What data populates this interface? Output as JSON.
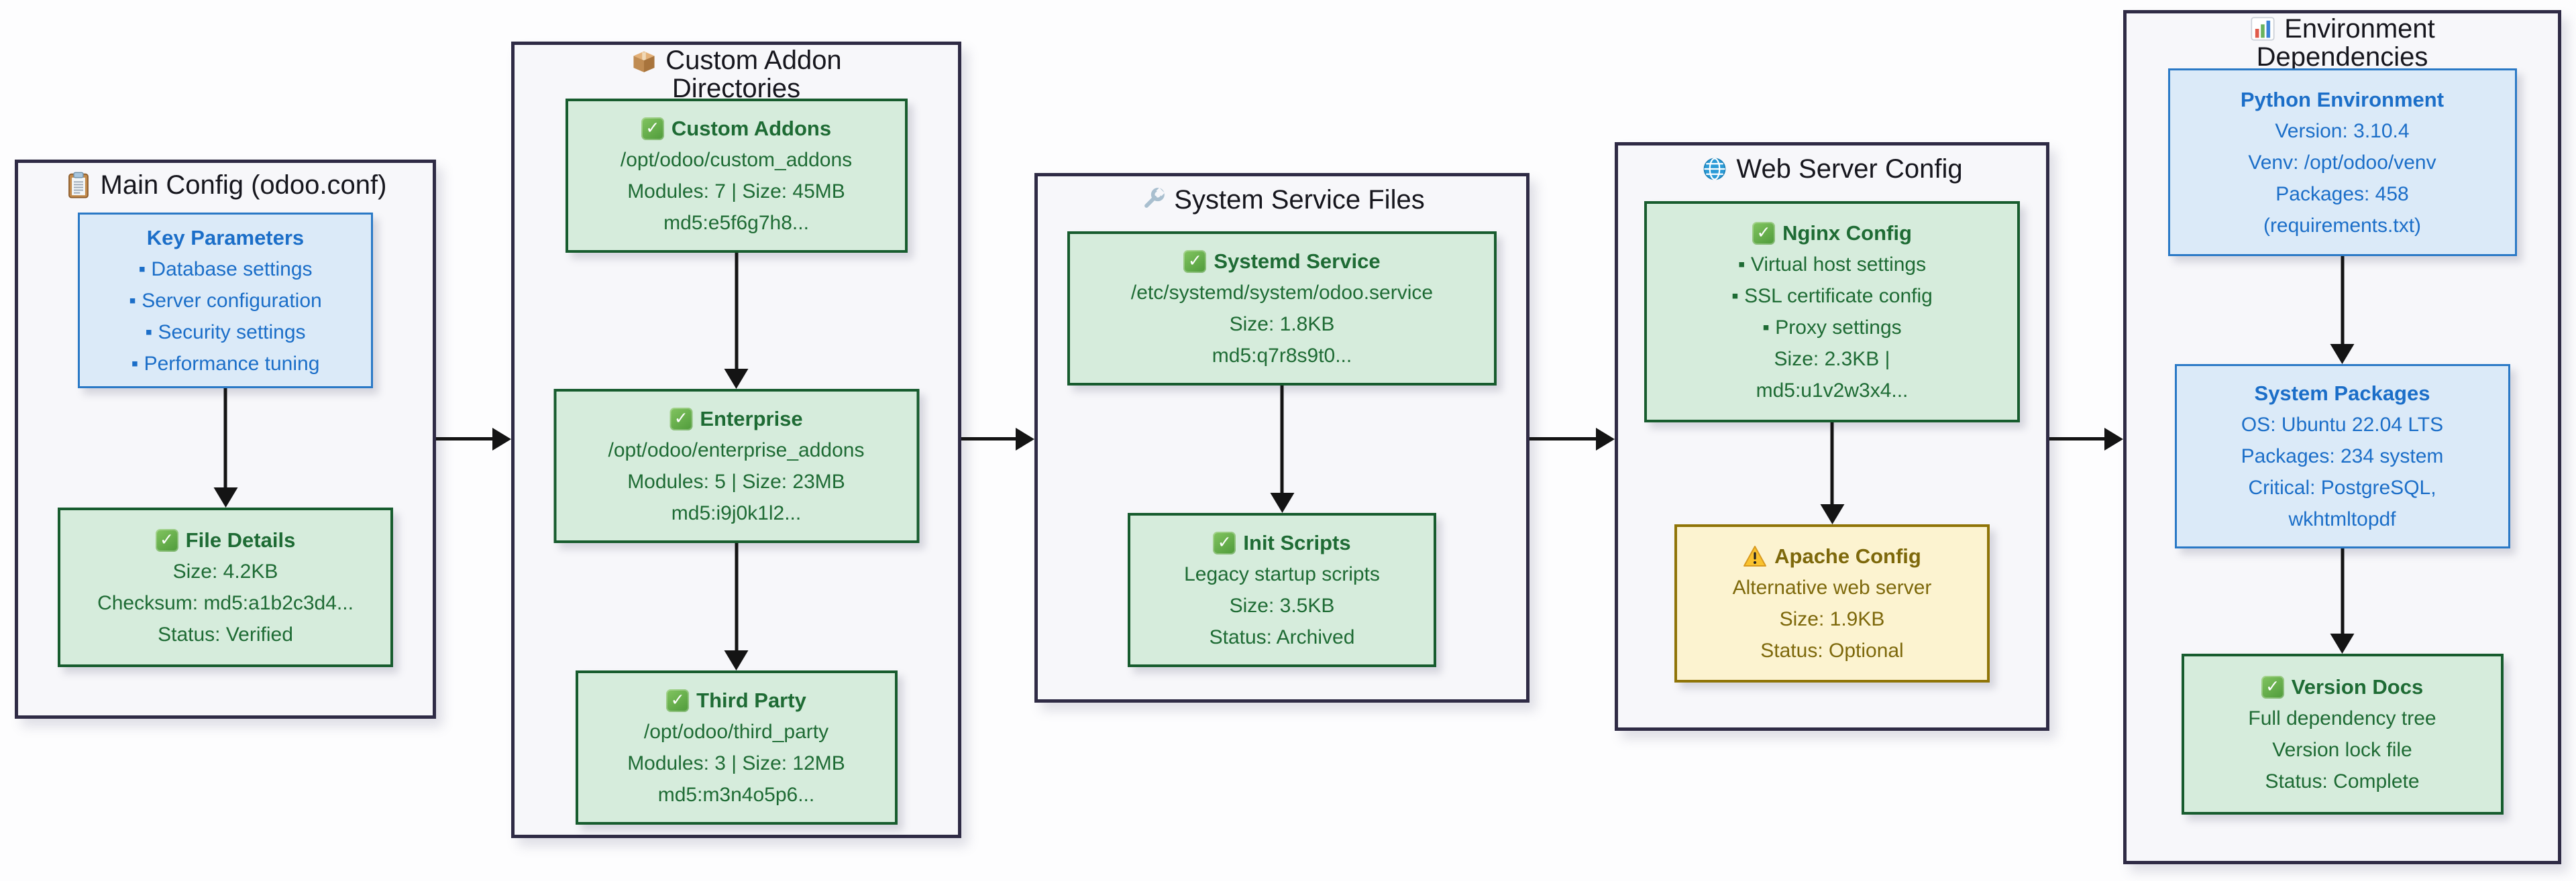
{
  "diagram": {
    "background": "#fdfdfe",
    "colors": {
      "container_border": "#2f2b45",
      "container_fill": "#f7f7fa",
      "info_fill": "#dbeaf8",
      "info_border": "#2a79c6",
      "info_text": "#1b6ec8",
      "success_fill": "#d6ecdc",
      "success_border": "#175c2e",
      "success_text": "#1e6b34",
      "warning_fill": "#fcf3d0",
      "warning_border": "#8f7407",
      "warning_text": "#7d680b",
      "arrow": "#141414"
    },
    "containers": [
      {
        "header": {
          "icon": "clipboard-icon",
          "line1": "Main Config (odoo.conf)",
          "line2": ""
        },
        "nodes": [
          {
            "kind": "info",
            "icon": "",
            "title": "Key Parameters",
            "lines": [
              "▪ Database settings",
              "▪ Server configuration",
              "▪ Security settings",
              "▪ Performance tuning"
            ]
          },
          {
            "kind": "success",
            "icon": "check-icon",
            "title": "File Details",
            "lines": [
              "Size: 4.2KB",
              "Checksum: md5:a1b2c3d4...",
              "Status: Verified"
            ]
          }
        ]
      },
      {
        "header": {
          "icon": "package-icon",
          "line1": "Custom Addon",
          "line2": "Directories"
        },
        "nodes": [
          {
            "kind": "success",
            "icon": "check-icon",
            "title": "Custom Addons",
            "lines": [
              "/opt/odoo/custom_addons",
              "Modules: 7 | Size: 45MB",
              "md5:e5f6g7h8..."
            ]
          },
          {
            "kind": "success",
            "icon": "check-icon",
            "title": "Enterprise",
            "lines": [
              "/opt/odoo/enterprise_addons",
              "Modules: 5 | Size: 23MB",
              "md5:i9j0k1l2..."
            ]
          },
          {
            "kind": "success",
            "icon": "check-icon",
            "title": "Third Party",
            "lines": [
              "/opt/odoo/third_party",
              "Modules: 3 | Size: 12MB",
              "md5:m3n4o5p6..."
            ]
          }
        ]
      },
      {
        "header": {
          "icon": "wrench-icon",
          "line1": "System Service Files",
          "line2": ""
        },
        "nodes": [
          {
            "kind": "success",
            "icon": "check-icon",
            "title": "Systemd Service",
            "lines": [
              "/etc/systemd/system/odoo.service",
              "Size: 1.8KB",
              "md5:q7r8s9t0..."
            ]
          },
          {
            "kind": "success",
            "icon": "check-icon",
            "title": "Init Scripts",
            "lines": [
              "Legacy startup scripts",
              "Size: 3.5KB",
              "Status: Archived"
            ]
          }
        ]
      },
      {
        "header": {
          "icon": "globe-icon",
          "line1": "Web Server Config",
          "line2": ""
        },
        "nodes": [
          {
            "kind": "success",
            "icon": "check-icon",
            "title": "Nginx Config",
            "lines": [
              "▪ Virtual host settings",
              "▪ SSL certificate config",
              "▪ Proxy settings",
              "Size: 2.3KB |",
              "md5:u1v2w3x4..."
            ]
          },
          {
            "kind": "warning",
            "icon": "warning-icon",
            "title": "Apache Config",
            "lines": [
              "Alternative web server",
              "Size: 1.9KB",
              "Status: Optional"
            ]
          }
        ]
      },
      {
        "header": {
          "icon": "bar-chart-icon",
          "line1": "Environment",
          "line2": "Dependencies"
        },
        "nodes": [
          {
            "kind": "info",
            "icon": "",
            "title": "Python Environment",
            "lines": [
              "Version: 3.10.4",
              "Venv: /opt/odoo/venv",
              "Packages: 458",
              "(requirements.txt)"
            ]
          },
          {
            "kind": "info",
            "icon": "",
            "title": "System Packages",
            "lines": [
              "OS: Ubuntu 22.04 LTS",
              "Packages: 234 system",
              "Critical: PostgreSQL,",
              "wkhtmltopdf"
            ]
          },
          {
            "kind": "success",
            "icon": "check-icon",
            "title": "Version Docs",
            "lines": [
              "Full dependency tree",
              "Version lock file",
              "Status: Complete"
            ]
          }
        ]
      }
    ]
  }
}
